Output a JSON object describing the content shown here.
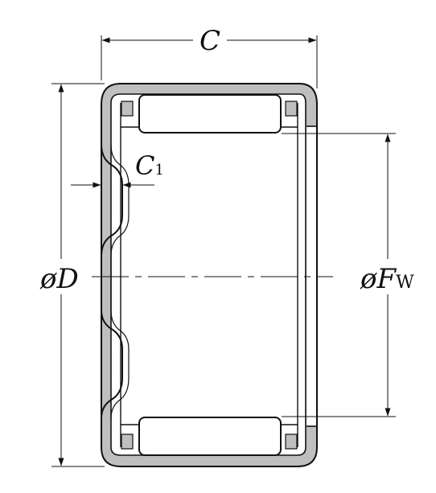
{
  "dimensions": {
    "width": {
      "symbol": "C"
    },
    "shell_thickness": {
      "symbol": "C",
      "subscript": "1"
    },
    "outer_diameter": {
      "prefix": "ø",
      "symbol": "D"
    },
    "roller_set_bore": {
      "prefix": "ø",
      "symbol": "F",
      "subscript": "W"
    }
  },
  "colors": {
    "line": "#111111",
    "shell_fill": "#bfbfbf",
    "background": "#ffffff"
  }
}
